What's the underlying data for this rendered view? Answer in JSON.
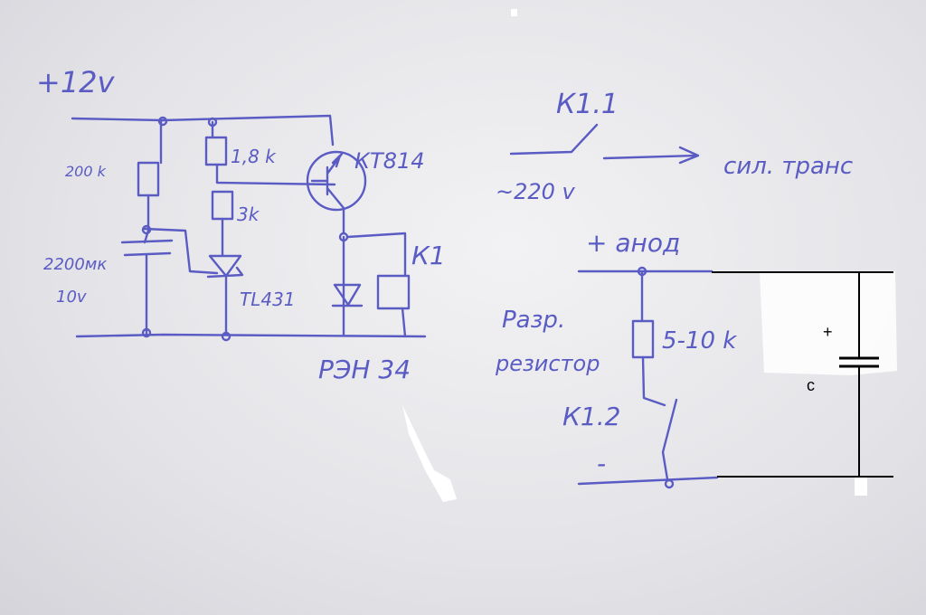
{
  "colors": {
    "ink": "#5a5cc4",
    "overlay": "#000000",
    "paper": "#ececef"
  },
  "left_circuit": {
    "supply": "+12v",
    "r1": "200 k",
    "r2": "1,8 k",
    "r3": "3k",
    "cap_value": "2200мк",
    "cap_voltage": "10v",
    "transistor": "КТ814",
    "regulator": "TL431",
    "relay": "К1",
    "relay_type": "РЭН 34"
  },
  "right_circuit": {
    "switch1": "К1.1",
    "ac_input": "~220 v",
    "output": "сил. транс",
    "anode": "+ анод",
    "bleeder_label_1": "Разр.",
    "bleeder_label_2": "резистор",
    "bleeder_value": "5-10 k",
    "switch2": "К1.2",
    "minus": "-"
  },
  "overlay": {
    "plus": "+",
    "cap_label": "c"
  }
}
